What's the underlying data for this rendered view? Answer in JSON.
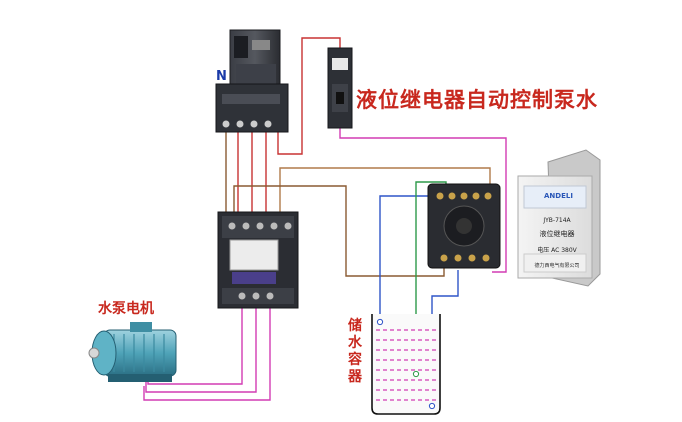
{
  "diagram": {
    "title": "液位继电器自动控制泵水",
    "neutral_label": "N",
    "motor_label": "水泵电机",
    "tank_label": "储水容器",
    "relay": {
      "brand": "ANDELI",
      "model": "JYB-714A",
      "name": "液位继电器",
      "voltage": "电压 AC 380V",
      "maker": "德力西电气有限公司"
    }
  },
  "colors": {
    "title_red": "#c8281e",
    "wire_red": "#c83232",
    "wire_magenta": "#d23cb4",
    "wire_blue": "#2f55c8",
    "wire_brown": "#8a5a32",
    "wire_green": "#2e9a4a",
    "wire_tan": "#b07a4a",
    "device_dark": "#2a2d33",
    "tank_liquid": "#d23cb4"
  },
  "icons": [
    "circuit-breaker",
    "fuse-holder",
    "contactor",
    "relay-socket",
    "liquid-level-relay",
    "pump-motor",
    "water-tank"
  ]
}
